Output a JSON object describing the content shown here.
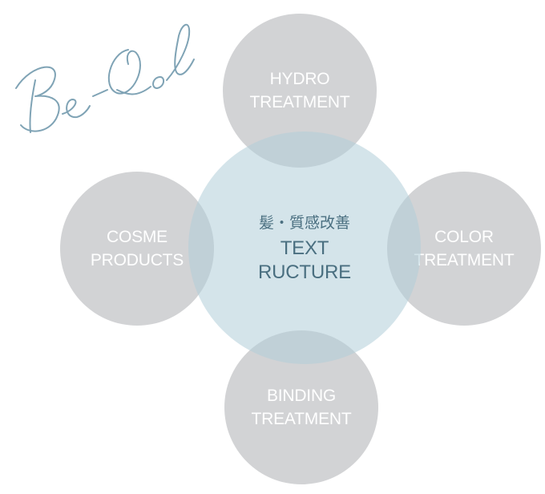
{
  "logo": {
    "text": "Be-Qol",
    "color": "#7fa3b5"
  },
  "circles": {
    "hydro": {
      "line1": "HYDRO",
      "line2": "TREATMENT"
    },
    "cosme": {
      "line1": "COSME",
      "line2": "PRODUCTS"
    },
    "color": {
      "line1": "COLOR",
      "line2": "TREATMENT"
    },
    "binding": {
      "line1": "BINDING",
      "line2": "TREATMENT"
    }
  },
  "center": {
    "jp": "髪・質感改善",
    "line1": "TEXT",
    "line2": "RUCTURE"
  },
  "colors": {
    "gray_circle": "#9c9ea2",
    "center_circle": "#b0cdd8",
    "center_text": "#4a6f80",
    "outer_text": "#ffffff"
  }
}
